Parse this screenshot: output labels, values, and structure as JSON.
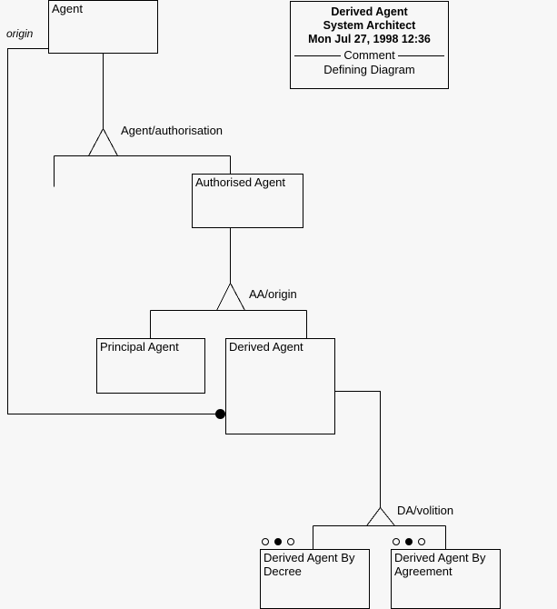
{
  "diagram": {
    "background_color": "#f7f7f7",
    "line_color": "#000000",
    "title_block": {
      "name": "Derived Agent",
      "author": "System Architect",
      "timestamp": "Mon Jul 27, 1998  12:36",
      "section_label": "Comment",
      "comment": "Defining Diagram"
    },
    "classes": [
      {
        "id": "agent",
        "label": "Agent"
      },
      {
        "id": "authorised-agent",
        "label": "Authorised Agent"
      },
      {
        "id": "principal-agent",
        "label": "Principal Agent"
      },
      {
        "id": "derived-agent",
        "label": "Derived Agent"
      },
      {
        "id": "derived-agent-by-decree",
        "label": "Derived Agent By Decree"
      },
      {
        "id": "derived-agent-by-agreement",
        "label": "Derived Agent By Agreement"
      }
    ],
    "generalizations": [
      {
        "id": "agent-authorisation",
        "label": "Agent/authorisation"
      },
      {
        "id": "aa-origin",
        "label": "AA/origin"
      },
      {
        "id": "da-volition",
        "label": "DA/volition"
      }
    ],
    "associations": [
      {
        "id": "origin",
        "role_label": "origin"
      }
    ],
    "dot_groups": [
      {
        "id": "decree-dots",
        "dots": [
          "open",
          "filled",
          "open"
        ]
      },
      {
        "id": "agreement-dots",
        "dots": [
          "open",
          "filled",
          "open"
        ]
      }
    ]
  }
}
